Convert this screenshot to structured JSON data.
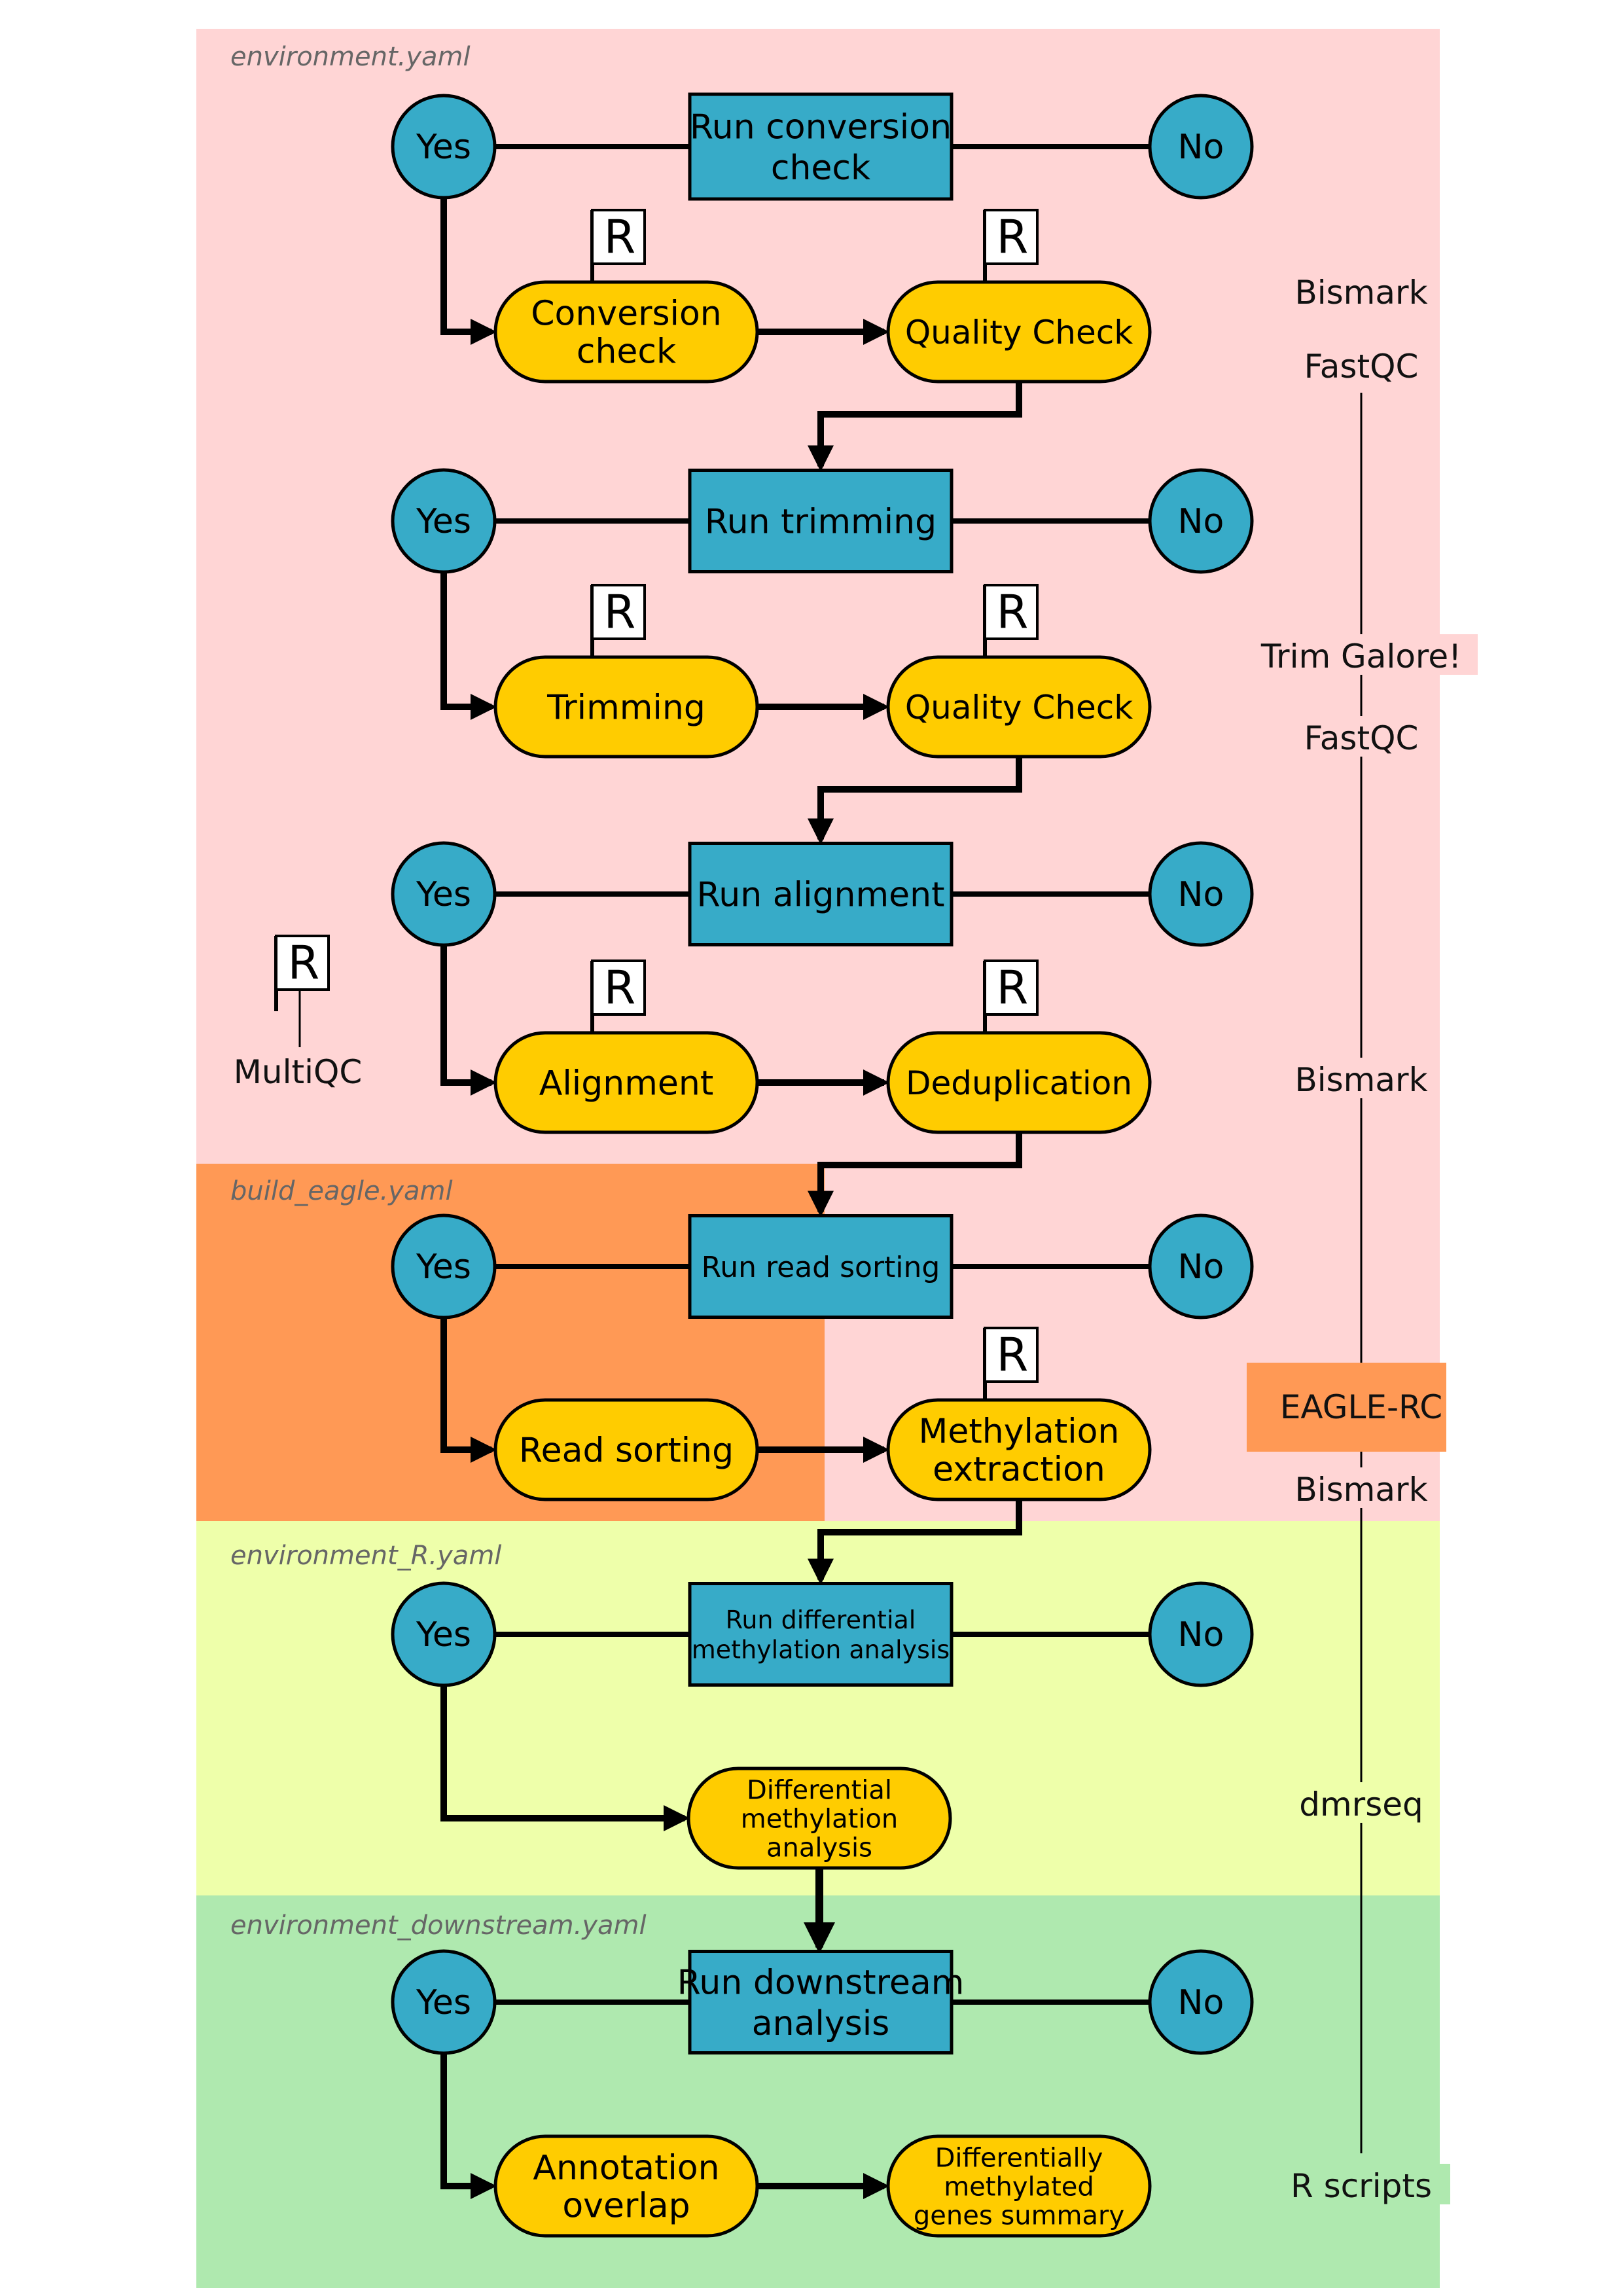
{
  "colors": {
    "env_pink": "#ffd5d5",
    "env_orange": "#ff9955",
    "env_yellow": "#eeffaa",
    "env_green": "#afe9af",
    "decision_blue": "#37abc8",
    "process_gold": "#ffcc00",
    "stroke": "#000000"
  },
  "environments": [
    {
      "id": "env1",
      "label": "environment.yaml"
    },
    {
      "id": "env2",
      "label": "build_eagle.yaml"
    },
    {
      "id": "env3",
      "label": "environment_R.yaml"
    },
    {
      "id": "env4",
      "label": "environment_downstream.yaml"
    }
  ],
  "yes_label": "Yes",
  "no_label": "No",
  "report_icon_label": "R",
  "stages": [
    {
      "run_box": [
        "Run conversion",
        "check"
      ],
      "steps": [
        {
          "lines": [
            "Conversion",
            "check"
          ],
          "report": true
        },
        {
          "lines": [
            "Quality Check"
          ],
          "report": true
        }
      ]
    },
    {
      "run_box": [
        "Run trimming"
      ],
      "steps": [
        {
          "lines": [
            "Trimming"
          ],
          "report": true
        },
        {
          "lines": [
            "Quality Check"
          ],
          "report": true
        }
      ]
    },
    {
      "run_box": [
        "Run alignment"
      ],
      "steps": [
        {
          "lines": [
            "Alignment"
          ],
          "report": true
        },
        {
          "lines": [
            "Deduplication"
          ],
          "report": true
        }
      ]
    },
    {
      "run_box": [
        "Run read sorting"
      ],
      "steps": [
        {
          "lines": [
            "Read sorting"
          ],
          "report": false
        },
        {
          "lines": [
            "Methylation",
            "extraction"
          ],
          "report": true
        }
      ]
    },
    {
      "run_box": [
        "Run differential",
        "methylation analysis"
      ],
      "steps": [
        {
          "lines": [
            "Differential",
            "methylation",
            "analysis"
          ],
          "report": false
        }
      ]
    },
    {
      "run_box": [
        "Run downstream",
        "analysis"
      ],
      "steps": [
        {
          "lines": [
            "Annotation",
            "overlap"
          ],
          "report": false
        },
        {
          "lines": [
            "Differentially",
            "methylated",
            "genes summary"
          ],
          "report": false
        }
      ]
    }
  ],
  "tools": [
    "Bismark",
    "FastQC",
    "Trim Galore!",
    "FastQC",
    "Bismark",
    "EAGLE-RC",
    "Bismark",
    "dmrseq",
    "R scripts"
  ],
  "multiqc_label": "MultiQC"
}
